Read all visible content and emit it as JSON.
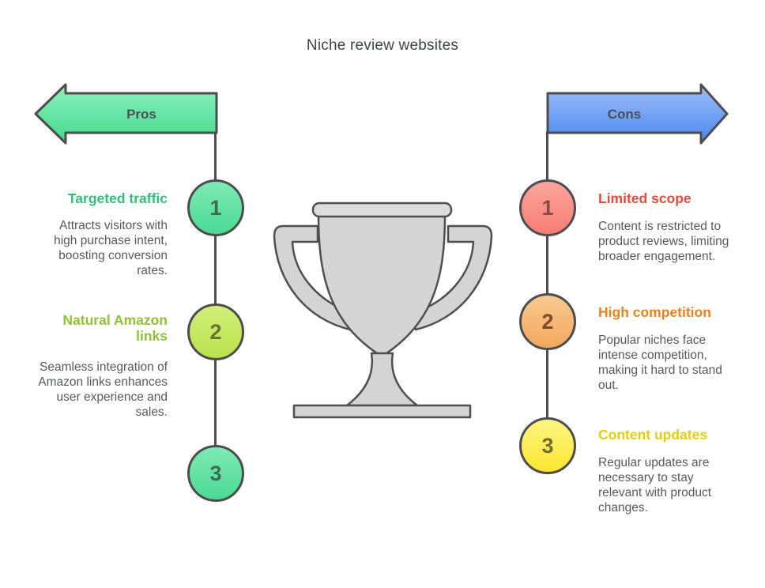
{
  "title": "Niche review websites",
  "colors": {
    "outline": "#4d4d4d",
    "title_color": "#3f4245",
    "body_text": "#58595b",
    "arrow_label": "#4a5056"
  },
  "pros": {
    "label": "Pros",
    "arrow_gradient": {
      "top": "#8ff0bd",
      "bottom": "#41d98e"
    },
    "items": [
      {
        "number": "1",
        "heading": "Targeted traffic",
        "heading_color": "#35bd7c",
        "body": "Attracts visitors with\nhigh purchase intent,\nboosting conversion\nrates.",
        "circle_gradient": {
          "top": "#7debb4",
          "bottom": "#4bd993"
        },
        "number_color": "#3f6b55"
      },
      {
        "number": "2",
        "heading": "Natural Amazon\nlinks",
        "heading_color": "#90c03a",
        "body": "Seamless integration of\nAmazon links enhances\nuser experience and\nsales.",
        "circle_gradient": {
          "top": "#d2ee7a",
          "bottom": "#b9e24a"
        },
        "number_color": "#69742f"
      },
      {
        "number": "3",
        "heading": "",
        "body": "",
        "circle_gradient": {
          "top": "#7debb4",
          "bottom": "#4bd993"
        },
        "number_color": "#3f6b55"
      }
    ]
  },
  "cons": {
    "label": "Cons",
    "arrow_gradient": {
      "top": "#9fc1fa",
      "bottom": "#4a86f0"
    },
    "items": [
      {
        "number": "1",
        "heading": "Limited scope",
        "heading_color": "#e7493c",
        "body": "Content is restricted to\nproduct reviews, limiting\nbroader engagement.",
        "circle_gradient": {
          "top": "#fba59d",
          "bottom": "#f87d73"
        },
        "number_color": "#8a4a43"
      },
      {
        "number": "2",
        "heading": "High competition",
        "heading_color": "#e7821e",
        "body": "Popular niches face\nintense competition,\nmaking it hard to stand\nout.",
        "circle_gradient": {
          "top": "#f9c98f",
          "bottom": "#f3a85e"
        },
        "number_color": "#7d4a2d"
      },
      {
        "number": "3",
        "heading": "Content updates",
        "heading_color": "#e3cd0e",
        "body": "Regular updates are\nnecessary to stay\nrelevant with product\nchanges.",
        "circle_gradient": {
          "top": "#fdf584",
          "bottom": "#fbe72e"
        },
        "number_color": "#6e6e28"
      }
    ]
  },
  "trophy": {
    "fill": "#d4d4d4",
    "fill_light": "#dcdcdc",
    "outline": "#4f4f4f"
  }
}
